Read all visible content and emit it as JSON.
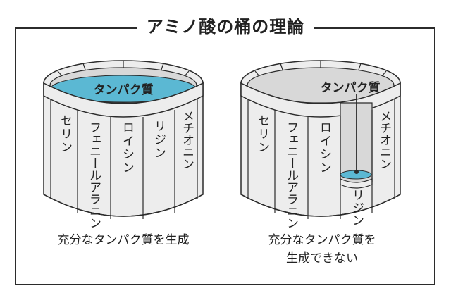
{
  "title": "アミノ酸の桶の理論",
  "left_barrel": {
    "liquid_label": "タンパク質",
    "staves": [
      "セリン",
      "フェニールアラニン",
      "ロイシン",
      "リジン",
      "メチオニン"
    ],
    "caption": "充分なタンパク質を生成"
  },
  "right_barrel": {
    "liquid_label": "タンパク質",
    "staves": [
      "セリン",
      "フェニールアラニン",
      "ロイシン",
      "リジン",
      "メチオニン"
    ],
    "caption_line1": "充分なタンパク質を",
    "caption_line2": "生成できない"
  },
  "colors": {
    "liquid": "#5bb8d3",
    "barrel_fill": "#ececec",
    "outline": "#2b2b2b"
  }
}
